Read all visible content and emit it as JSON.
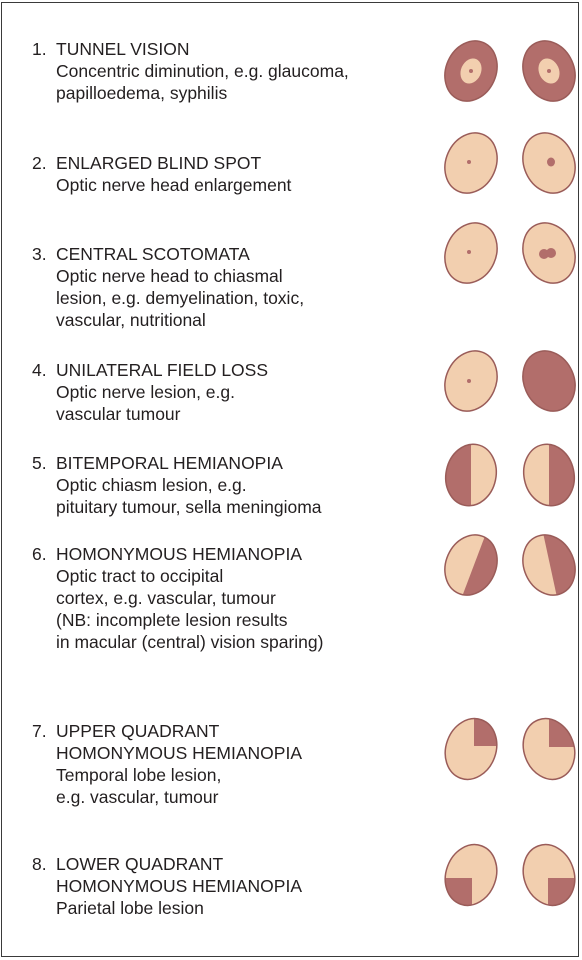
{
  "colors": {
    "field": "#f2cfaf",
    "loss": "#b26e6b",
    "outline": "#9a5c59"
  },
  "items": [
    {
      "num": "1.",
      "title": "TUNNEL VISION",
      "desc": [
        "Concentric diminution, e.g. glaucoma,",
        "papilloedema, syphilis"
      ]
    },
    {
      "num": "2.",
      "title": "ENLARGED BLIND SPOT",
      "desc": [
        "Optic nerve head enlargement"
      ]
    },
    {
      "num": "3.",
      "title": "CENTRAL SCOTOMATA",
      "desc": [
        "Optic nerve head to chiasmal",
        "lesion, e.g. demyelination, toxic,",
        "vascular, nutritional"
      ]
    },
    {
      "num": "4.",
      "title": "UNILATERAL FIELD LOSS",
      "desc": [
        "Optic nerve lesion, e.g.",
        "vascular tumour"
      ]
    },
    {
      "num": "5.",
      "title": "BITEMPORAL HEMIANOPIA",
      "desc": [
        "Optic chiasm lesion, e.g.",
        "pituitary tumour, sella meningioma"
      ]
    },
    {
      "num": "6.",
      "title": "HOMONYMOUS HEMIANOPIA",
      "desc": [
        "Optic tract to occipital",
        "cortex, e.g. vascular, tumour",
        "(NB: incomplete lesion results",
        "in macular (central) vision sparing)"
      ]
    },
    {
      "num": "7.",
      "title": "UPPER QUADRANT",
      "title2": "HOMONYMOUS HEMIANOPIA",
      "desc": [
        "Temporal lobe lesion,",
        "e.g. vascular, tumour"
      ]
    },
    {
      "num": "8.",
      "title": "LOWER QUADRANT",
      "title2": "HOMONYMOUS HEMIANOPIA",
      "desc": [
        "Parietal lobe lesion"
      ]
    }
  ]
}
